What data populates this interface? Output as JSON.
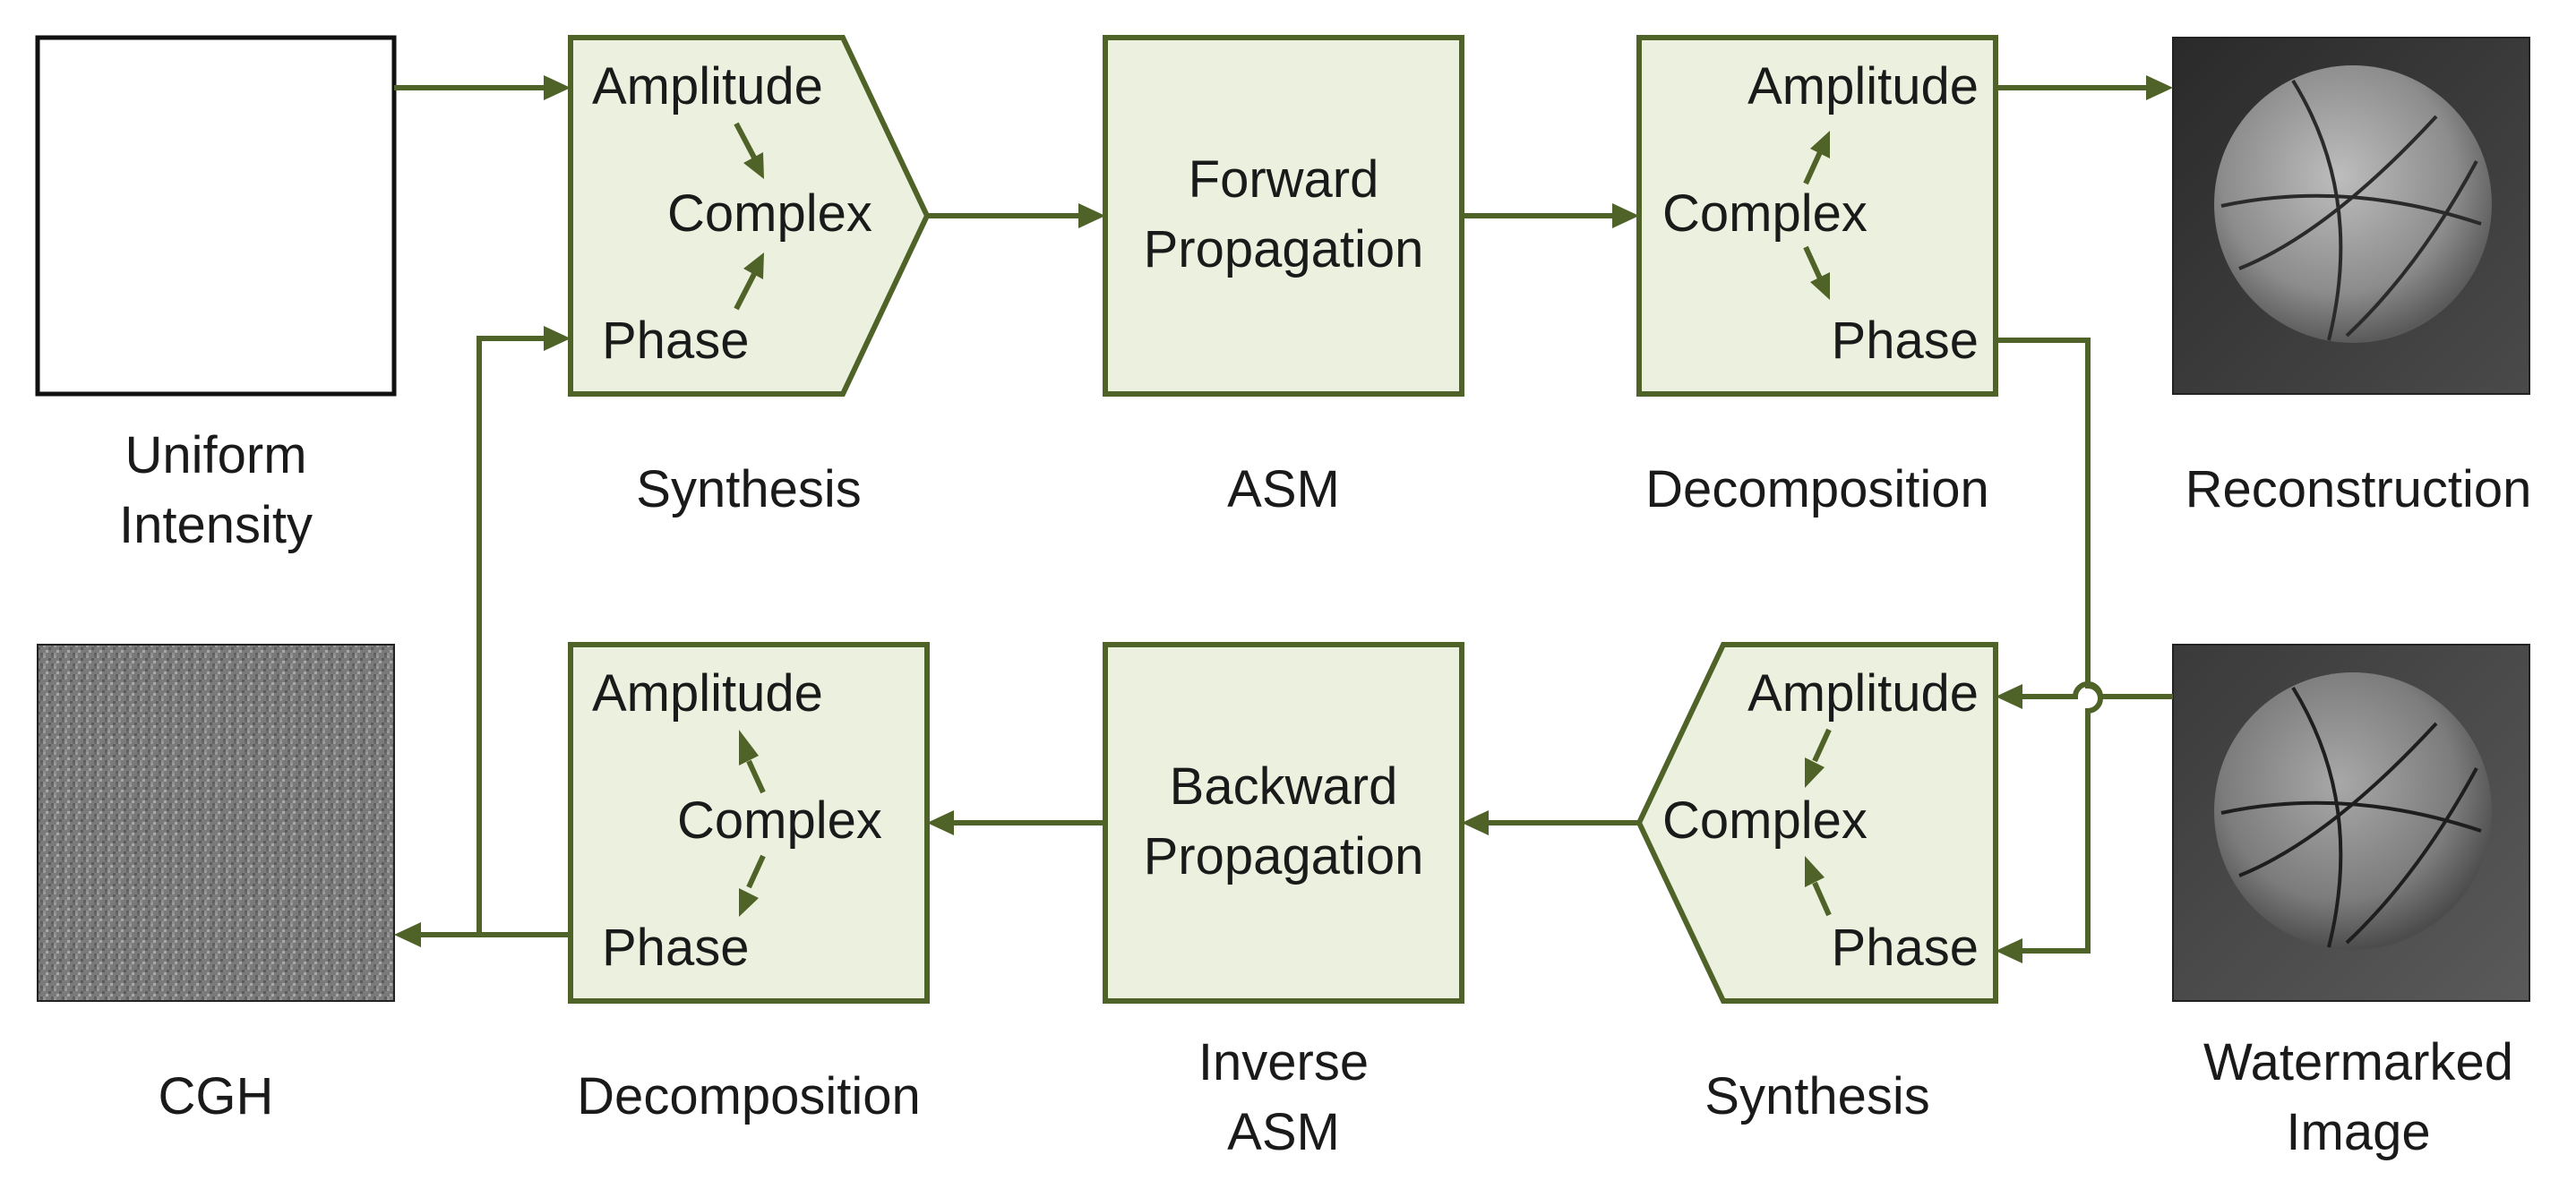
{
  "top_row": {
    "uniform_label_line1": "Uniform",
    "uniform_label_line2": "Intensity",
    "synthesis": {
      "amplitude": "Amplitude",
      "complex": "Complex",
      "phase": "Phase",
      "caption": "Synthesis"
    },
    "propagation": {
      "line1": "Forward",
      "line2": "Propagation",
      "caption": "ASM"
    },
    "decomposition": {
      "amplitude": "Amplitude",
      "complex": "Complex",
      "phase": "Phase",
      "caption": "Decomposition"
    },
    "output_caption": "Reconstruction"
  },
  "bottom_row": {
    "cgh_caption": "CGH",
    "decomposition": {
      "amplitude": "Amplitude",
      "complex": "Complex",
      "phase": "Phase",
      "caption": "Decomposition"
    },
    "propagation": {
      "line1": "Backward",
      "line2": "Propagation",
      "caption_line1": "Inverse",
      "caption_line2": "ASM"
    },
    "synthesis": {
      "amplitude": "Amplitude",
      "complex": "Complex",
      "phase": "Phase",
      "caption": "Synthesis"
    },
    "input_caption_line1": "Watermarked",
    "input_caption_line2": "Image"
  },
  "colors": {
    "box_fill": "#ebf1de",
    "accent": "#4f6228"
  }
}
